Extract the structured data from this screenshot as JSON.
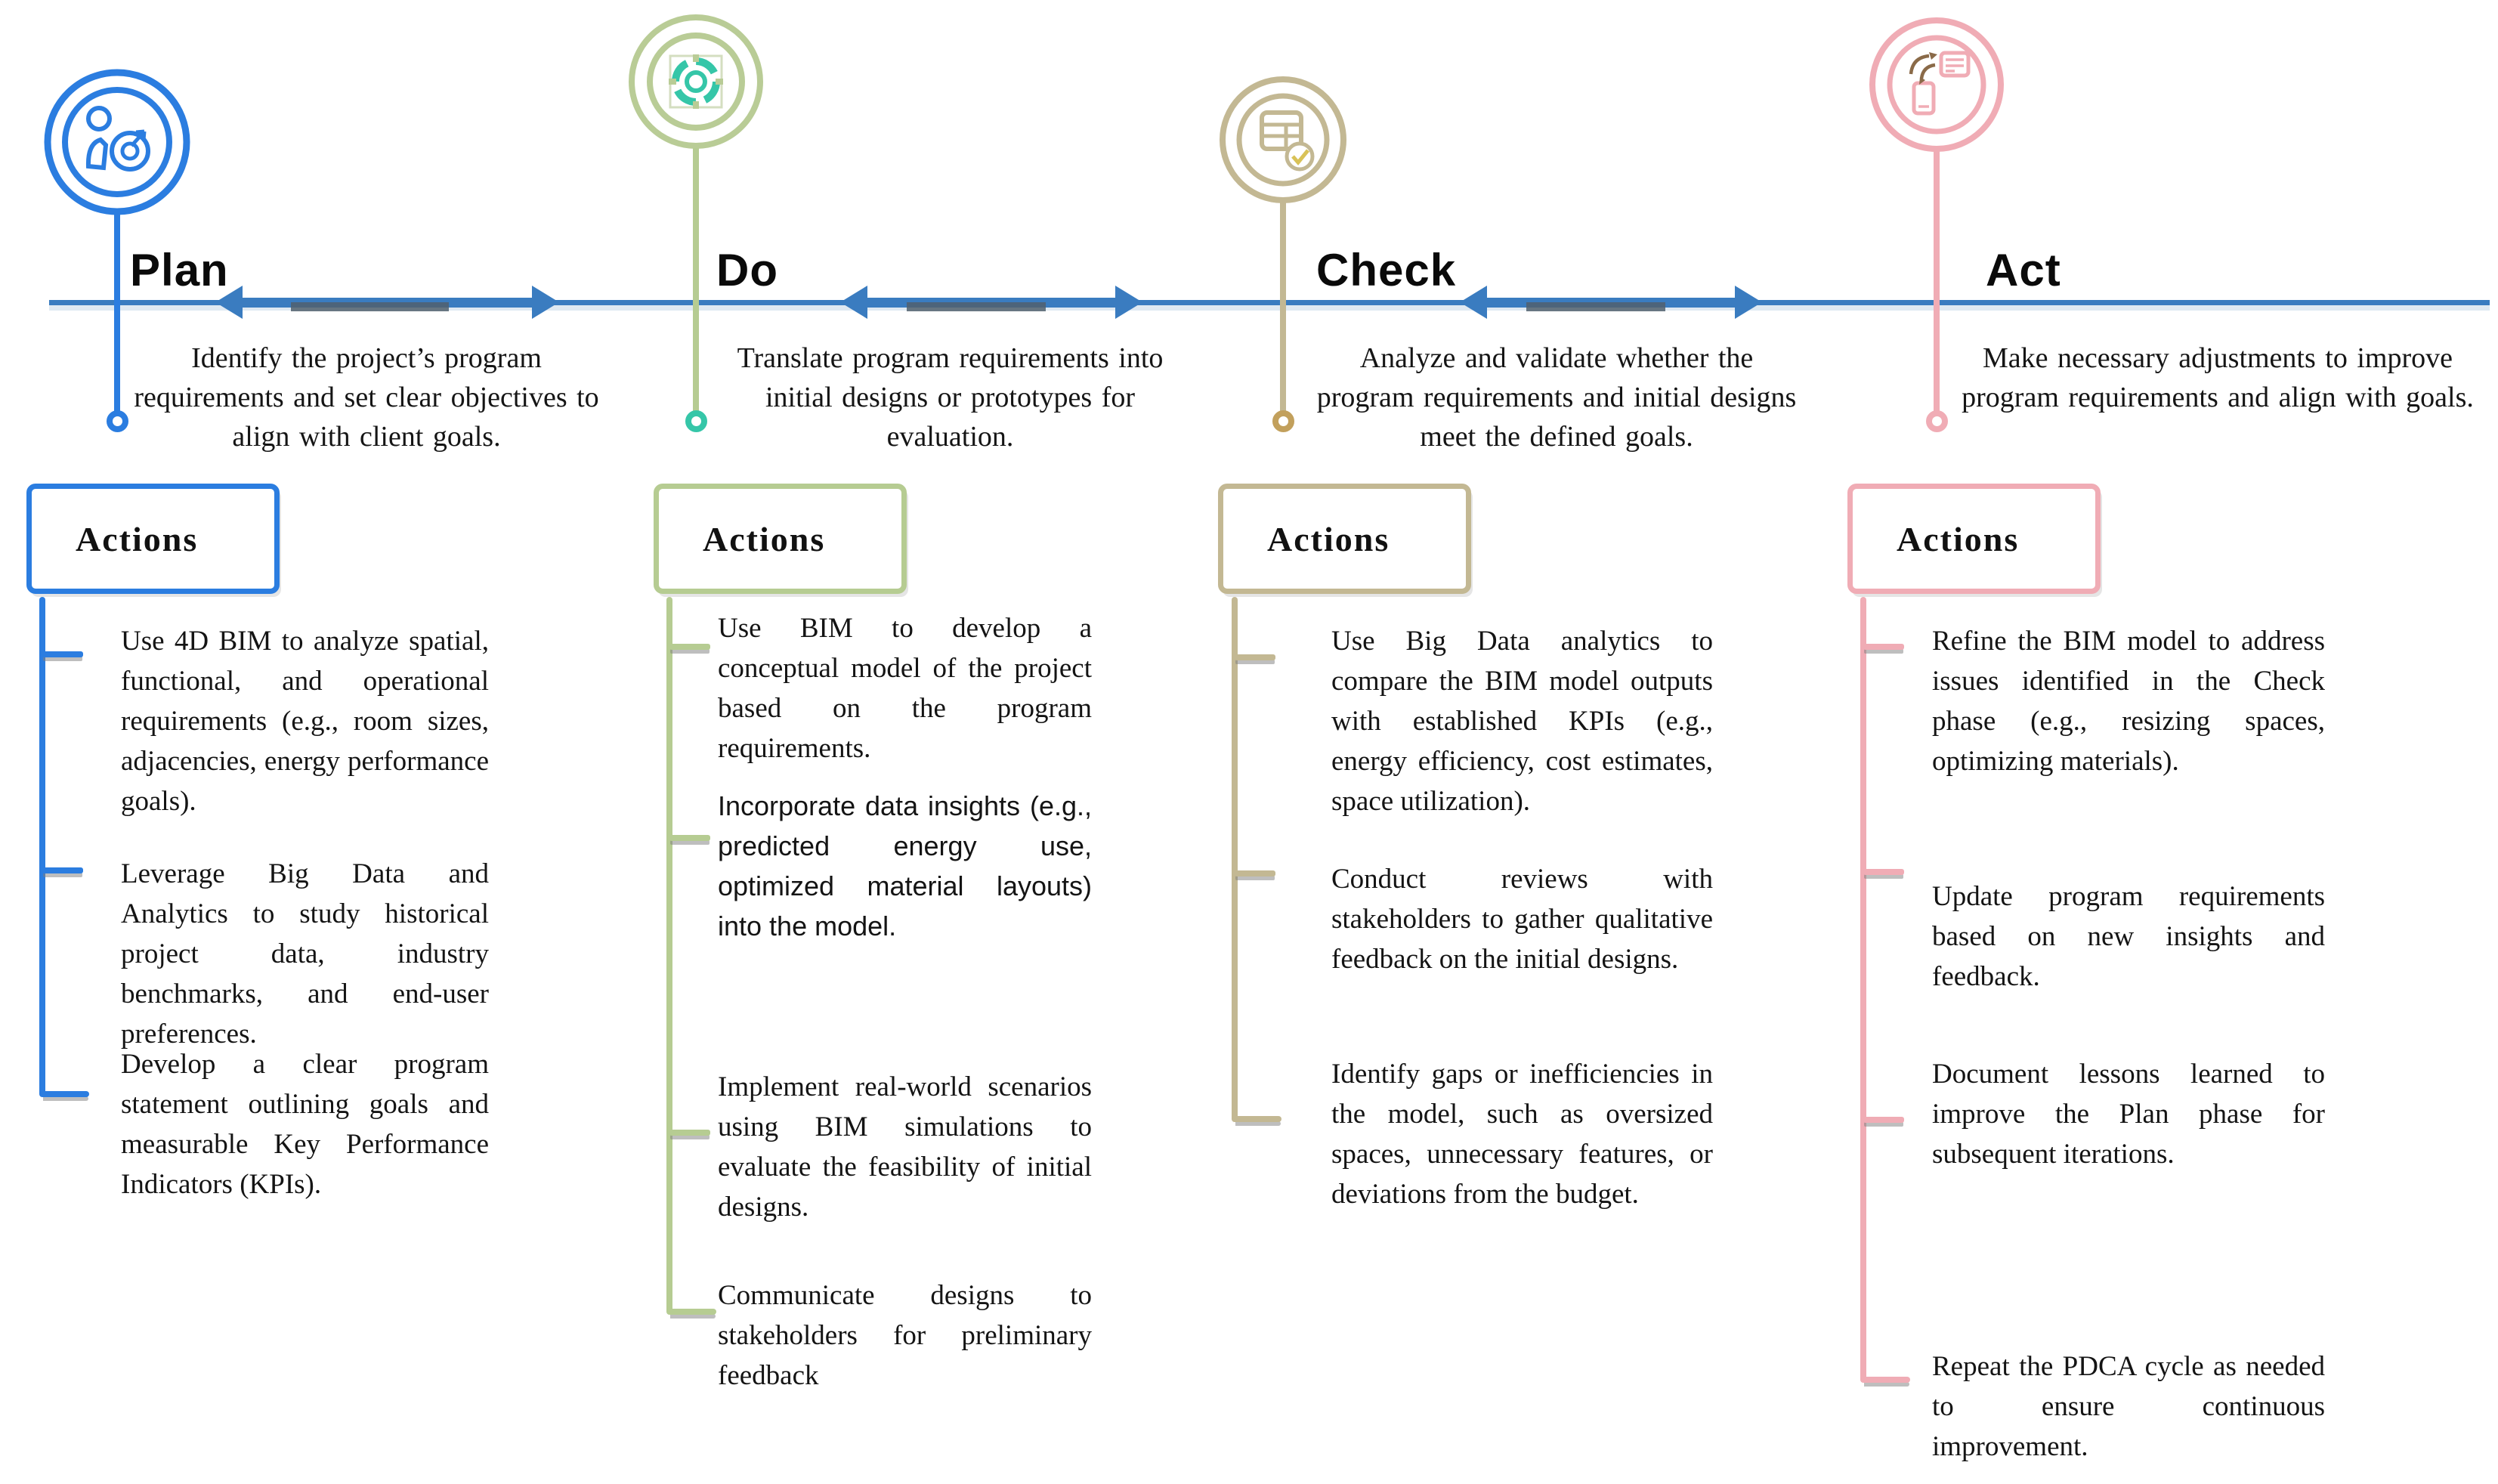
{
  "colors": {
    "plan_accent": "#2b7de0",
    "do_accent": "#b6cc92",
    "do_icon_accent": "#35c6a8",
    "check_accent": "#c3b893",
    "check_endpoint": "#c2a05c",
    "act_accent": "#f0acb5",
    "act_icon_arrows": "#8a6a48",
    "timeline_blue": "#3a7cc0",
    "arrow_shadow": "#51606d",
    "text": "#111111"
  },
  "icons": {
    "plan": "person-target-icon",
    "do": "gear-wheel-icon",
    "check": "database-check-icon",
    "act": "device-sync-icon"
  },
  "columns": [
    {
      "id": "plan",
      "title": "Plan",
      "description": "Identify the project’s program requirements and set clear objectives to align with client goals.",
      "actions_label": "Actions",
      "bullets": [
        "Use 4D BIM to analyze spatial, functional, and operational requirements (e.g., room sizes, adjacencies, energy performance goals).",
        "Leverage Big Data and Analytics to study historical project data, industry benchmarks, and end-user preferences.",
        "Develop a clear program statement outlining goals and measurable Key Performance Indicators (KPIs)."
      ]
    },
    {
      "id": "do",
      "title": "Do",
      "description": "Translate program requirements into initial designs or prototypes for evaluation.",
      "actions_label": "Actions",
      "bullets": [
        "Use BIM to develop a conceptual model of the project based on the program requirements.",
        "Incorporate data insights (e.g., predicted energy use, optimized material layouts) into the model.",
        "Implement real-world scenarios using BIM simulations to evaluate the feasibility of initial designs.",
        "Communicate designs to stakeholders for preliminary feedback"
      ]
    },
    {
      "id": "check",
      "title": "Check",
      "description": "Analyze and validate whether the program requirements and initial designs meet the defined goals.",
      "actions_label": "Actions",
      "bullets": [
        "Use Big Data analytics to compare the BIM model outputs with established KPIs (e.g., energy efficiency, cost estimates, space utilization).",
        "Conduct reviews with stakeholders to gather qualitative feedback on the initial designs.",
        "Identify gaps or inefficiencies in the model, such as oversized spaces, unnecessary features, or deviations from the budget."
      ]
    },
    {
      "id": "act",
      "title": "Act",
      "description": "Make necessary adjustments to improve program requirements and align with goals.",
      "actions_label": "Actions",
      "bullets": [
        "Refine the BIM model to address issues identified in the Check phase (e.g., resizing spaces, optimizing materials).",
        "Update program requirements based on new insights and feedback.",
        "Document lessons learned to improve the Plan phase for subsequent iterations.",
        "Repeat the PDCA cycle as needed to ensure continuous improvement."
      ]
    }
  ]
}
